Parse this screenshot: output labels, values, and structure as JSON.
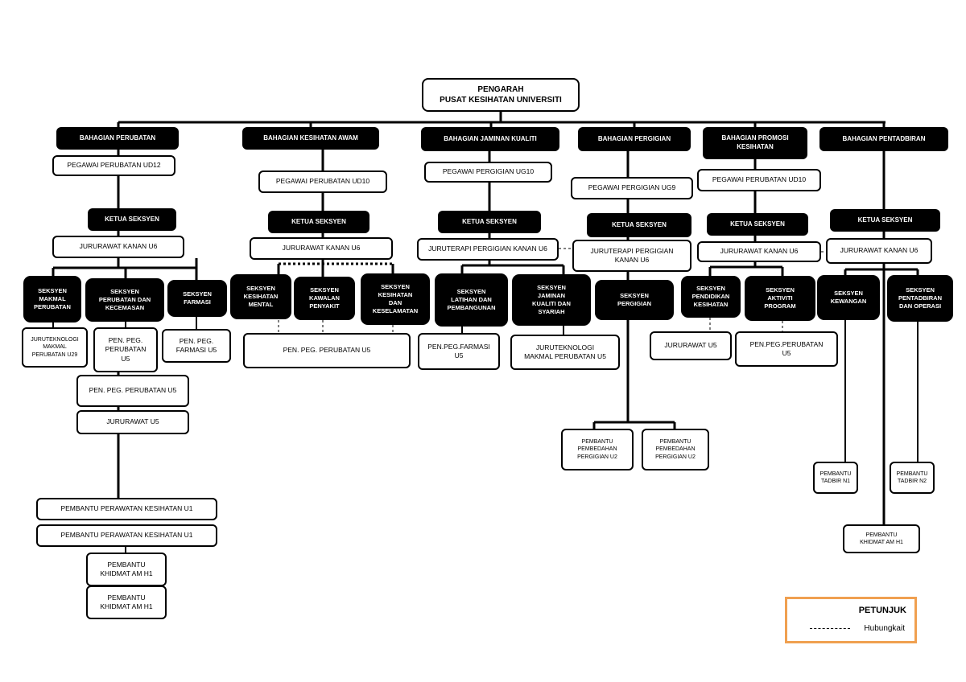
{
  "chart_data": {
    "type": "org-chart",
    "root": "PENGARAH\nPUSAT KESIHATAN UNIVERSITI",
    "divisions": [
      {
        "name": "BAHAGIAN  PERUBATAN",
        "head": "PEGAWAI PERUBATAN UD12",
        "ketua": "KETUA SEKSYEN",
        "officer": "JURURAWAT KANAN U6",
        "sections": [
          {
            "name": "SEKSYEN\nMAKMAL\nPERUBATAN",
            "staff": [
              "JURUTEKNOLOGI\nMAKMAL\nPERUBATAN  U29"
            ]
          },
          {
            "name": "SEKSYEN\nPERUBATAN DAN\nKECEMASAN",
            "staff": [
              "PEN. PEG.\nPERUBATAN\nU5",
              "PEN. PEG. PERUBATAN  U5",
              "JURURAWAT U5",
              "PEMBANTU PERAWATAN KESIHATAN U1",
              "PEMBANTU PERAWATAN KESIHATAN U1",
              "PEMBANTU\nKHIDMAT AM H1",
              "PEMBANTU\nKHIDMAT AM H1"
            ]
          },
          {
            "name": "SEKSYEN\nFARMASI",
            "staff": [
              "PEN. PEG.\nFARMASI U5"
            ]
          }
        ]
      },
      {
        "name": "BAHAGIAN  KESIHATAN AWAM",
        "head": "PEGAWAI PERUBATAN UD10",
        "ketua": "KETUA SEKSYEN",
        "officer": "JURURAWAT KANAN U6",
        "sections": [
          {
            "name": "SEKSYEN\nKESIHATAN\nMENTAL"
          },
          {
            "name": "SEKSYEN\nKAWALAN\nPENYAKIT"
          },
          {
            "name": "SEKSYEN\nKESIHATAN\nDAN\nKESELAMATAN"
          }
        ],
        "shared_staff": [
          "PEN. PEG. PERUBATAN U5"
        ]
      },
      {
        "name": "BAHAGIAN  JAMINAN KUALITI",
        "head": "PEGAWAI PERGIGIAN UG10",
        "ketua": "KETUA SEKSYEN",
        "officer": "JURUTERAPI PERGIGIAN KANAN U6",
        "sections": [
          {
            "name": "SEKSYEN\nLATIHAN DAN\nPEMBANGUNAN",
            "staff": [
              "PEN.PEG.FARMASI\nU5"
            ]
          },
          {
            "name": "SEKSYEN\nJAMINAN\nKUALITI  DAN\nSYARIAH",
            "staff": [
              "JURUTEKNOLOGI\nMAKMAL PERUBATAN U5"
            ]
          }
        ]
      },
      {
        "name": "BAHAGIAN  PERGIGIAN",
        "head": "PEGAWAI PERGIGIAN UG9",
        "ketua": "KETUA SEKSYEN",
        "officer": "JURUTERAPI PERGIGIAN\nKANAN U6",
        "sections": [
          {
            "name": "SEKSYEN\nPERGIGIAN",
            "staff": [
              "PEMBANTU\nPEMBEDAHAN\nPERGIGIAN U2",
              "PEMBANTU\nPEMBEDAHAN\nPERGIGIAN U2"
            ]
          }
        ]
      },
      {
        "name": "BAHAGIAN PROMOSI\nKESIHATAN",
        "head": "PEGAWAI PERUBATAN UD10",
        "ketua": "KETUA SEKSYEN",
        "officer": "JURURAWAT KANAN U6",
        "sections": [
          {
            "name": "SEKSYEN\nPENDIDIKAN\nKESIHATAN",
            "staff": [
              "JURURAWAT U5"
            ]
          },
          {
            "name": "SEKSYEN\nAKTIVITI\nPROGRAM",
            "staff": [
              "PEN.PEG.PERUBATAN\nU5"
            ]
          }
        ]
      },
      {
        "name": "BAHAGIAN  PENTADBIRAN",
        "ketua": "KETUA SEKSYEN",
        "officer": "JURURAWAT KANAN U6",
        "sections": [
          {
            "name": "SEKSYEN\nKEWANGAN",
            "staff": [
              "PEMBANTU\nTADBIR N1"
            ]
          },
          {
            "name": "SEKSYEN\nPENTADBIRAN\nDAN OPERASI",
            "staff": [
              "PEMBANTU\nTADBIR N2"
            ]
          }
        ],
        "shared_staff": [
          "PEMBANTU\nKHIDMAT AM H1"
        ]
      }
    ]
  },
  "legend": {
    "title": "PETUNJUK",
    "dashed_label": "Hubungkait"
  },
  "boxes": [
    {
      "id": "root",
      "text": "PENGARAH\nPUSAT KESIHATAN UNIVERSITI"
    },
    {
      "id": "b1",
      "text": "BAHAGIAN  PERUBATAN"
    },
    {
      "id": "b2",
      "text": "BAHAGIAN  KESIHATAN AWAM"
    },
    {
      "id": "b3",
      "text": "BAHAGIAN  JAMINAN KUALITI"
    },
    {
      "id": "b4",
      "text": "BAHAGIAN  PERGIGIAN"
    },
    {
      "id": "b5",
      "text": "BAHAGIAN PROMOSI\nKESIHATAN"
    },
    {
      "id": "b6",
      "text": "BAHAGIAN  PENTADBIRAN"
    },
    {
      "id": "h1",
      "text": "PEGAWAI PERUBATAN UD12"
    },
    {
      "id": "h2",
      "text": "PEGAWAI PERUBATAN UD10"
    },
    {
      "id": "h3",
      "text": "PEGAWAI PERGIGIAN UG10"
    },
    {
      "id": "h4",
      "text": "PEGAWAI PERGIGIAN UG9"
    },
    {
      "id": "h5",
      "text": "PEGAWAI PERUBATAN UD10"
    },
    {
      "id": "k1",
      "text": "KETUA SEKSYEN"
    },
    {
      "id": "k2",
      "text": "KETUA SEKSYEN"
    },
    {
      "id": "k3",
      "text": "KETUA SEKSYEN"
    },
    {
      "id": "k4",
      "text": "KETUA SEKSYEN"
    },
    {
      "id": "k5",
      "text": "KETUA SEKSYEN"
    },
    {
      "id": "k6",
      "text": "KETUA SEKSYEN"
    },
    {
      "id": "j1",
      "text": "JURURAWAT KANAN U6"
    },
    {
      "id": "j2",
      "text": "JURURAWAT KANAN U6"
    },
    {
      "id": "j3",
      "text": "JURUTERAPI PERGIGIAN KANAN U6"
    },
    {
      "id": "j4",
      "text": "JURUTERAPI PERGIGIAN\nKANAN U6"
    },
    {
      "id": "j5",
      "text": "JURURAWAT KANAN U6"
    },
    {
      "id": "j6",
      "text": "JURURAWAT KANAN U6"
    },
    {
      "id": "s1a",
      "text": "SEKSYEN\nMAKMAL\nPERUBATAN"
    },
    {
      "id": "s1b",
      "text": "SEKSYEN\nPERUBATAN DAN\nKECEMASAN"
    },
    {
      "id": "s1c",
      "text": "SEKSYEN\nFARMASI"
    },
    {
      "id": "s2a",
      "text": "SEKSYEN\nKESIHATAN\nMENTAL"
    },
    {
      "id": "s2b",
      "text": "SEKSYEN\nKAWALAN\nPENYAKIT"
    },
    {
      "id": "s2c",
      "text": "SEKSYEN\nKESIHATAN\nDAN\nKESELAMATAN"
    },
    {
      "id": "s3a",
      "text": "SEKSYEN\nLATIHAN DAN\nPEMBANGUNAN"
    },
    {
      "id": "s3b",
      "text": "SEKSYEN\nJAMINAN\nKUALITI  DAN\nSYARIAH"
    },
    {
      "id": "s4a",
      "text": "SEKSYEN\nPERGIGIAN"
    },
    {
      "id": "s5a",
      "text": "SEKSYEN\nPENDIDIKAN\nKESIHATAN"
    },
    {
      "id": "s5b",
      "text": "SEKSYEN\nAKTIVITI\nPROGRAM"
    },
    {
      "id": "s6a",
      "text": "SEKSYEN\nKEWANGAN"
    },
    {
      "id": "s6b",
      "text": "SEKSYEN\nPENTADBIRAN\nDAN OPERASI"
    },
    {
      "id": "t1a",
      "text": "JURUTEKNOLOGI\nMAKMAL\nPERUBATAN  U29"
    },
    {
      "id": "t1b",
      "text": "PEN. PEG.\nPERUBATAN\nU5"
    },
    {
      "id": "t1c",
      "text": "PEN. PEG.\nFARMASI U5"
    },
    {
      "id": "t1d",
      "text": "PEN. PEG. PERUBATAN  U5"
    },
    {
      "id": "t1e",
      "text": "JURURAWAT U5"
    },
    {
      "id": "t1f",
      "text": "PEMBANTU PERAWATAN KESIHATAN U1"
    },
    {
      "id": "t1g",
      "text": "PEMBANTU PERAWATAN KESIHATAN U1"
    },
    {
      "id": "t1h",
      "text": "PEMBANTU\nKHIDMAT AM H1"
    },
    {
      "id": "t1i",
      "text": "PEMBANTU\nKHIDMAT AM H1"
    },
    {
      "id": "t2a",
      "text": "PEN. PEG. PERUBATAN U5"
    },
    {
      "id": "t3a",
      "text": "PEN.PEG.FARMASI\nU5"
    },
    {
      "id": "t3b",
      "text": "JURUTEKNOLOGI\nMAKMAL PERUBATAN U5"
    },
    {
      "id": "t4a",
      "text": "PEMBANTU\nPEMBEDAHAN\nPERGIGIAN U2"
    },
    {
      "id": "t4b",
      "text": "PEMBANTU\nPEMBEDAHAN\nPERGIGIAN U2"
    },
    {
      "id": "t5a",
      "text": "JURURAWAT U5"
    },
    {
      "id": "t5b",
      "text": "PEN.PEG.PERUBATAN\nU5"
    },
    {
      "id": "t6a",
      "text": "PEMBANTU\nTADBIR N1"
    },
    {
      "id": "t6b",
      "text": "PEMBANTU\nTADBIR N2"
    },
    {
      "id": "t6c",
      "text": "PEMBANTU\nKHIDMAT AM H1"
    }
  ]
}
